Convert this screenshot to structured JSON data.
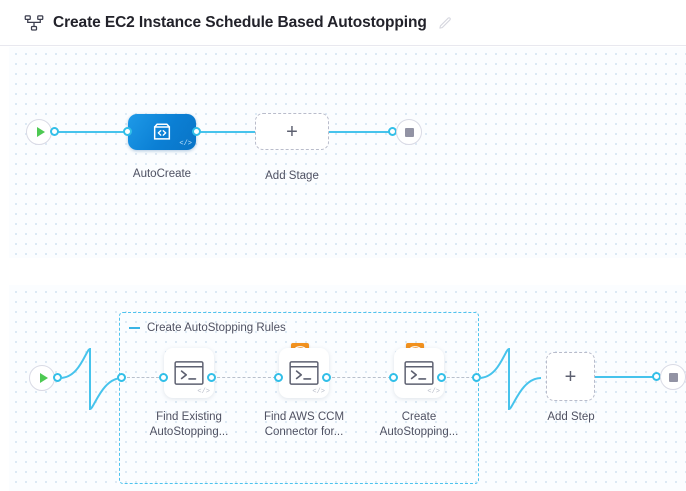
{
  "header": {
    "icon": "pipeline-icon",
    "title": "Create EC2 Instance Schedule Based Autostopping",
    "edit_icon": "edit-pencil-icon"
  },
  "colors": {
    "accent_blue": "#46c3ec",
    "stage_blue": "#0b7fd4",
    "start_green": "#4dc952",
    "stop_gray": "#9293a4",
    "group_border": "#4ec3ee",
    "aws_orange": "#f2911e",
    "canvas_bg": "#fbfdff",
    "grid_dot": "#dce9f4"
  },
  "stage_canvas": {
    "start_node": {
      "name": "pipeline-start-node",
      "icon": "play-icon"
    },
    "end_node": {
      "name": "pipeline-end-node",
      "icon": "stop-icon"
    },
    "stages": [
      {
        "label": "AutoCreate",
        "icon": "template-code-icon",
        "badge": "code-icon",
        "selected": true
      }
    ],
    "add_stage": {
      "label": "Add Stage",
      "icon": "plus-icon"
    }
  },
  "step_canvas": {
    "start_node": {
      "name": "stage-start-node",
      "icon": "play-icon"
    },
    "end_node": {
      "name": "stage-end-node",
      "icon": "stop-icon"
    },
    "group": {
      "title": "Create AutoStopping Rules",
      "collapse_icon": "minus-icon",
      "steps": [
        {
          "label_line1": "Find Existing",
          "label_line2": "AutoStopping...",
          "icon": "shell-script-icon",
          "badge": null
        },
        {
          "label_line1": "Find AWS CCM",
          "label_line2": "Connector for...",
          "icon": "shell-script-icon",
          "badge": "aws-icon"
        },
        {
          "label_line1": "Create",
          "label_line2": "AutoStopping...",
          "icon": "shell-script-icon",
          "badge": "aws-icon"
        }
      ]
    },
    "add_step": {
      "label": "Add Step",
      "icon": "plus-icon"
    }
  }
}
